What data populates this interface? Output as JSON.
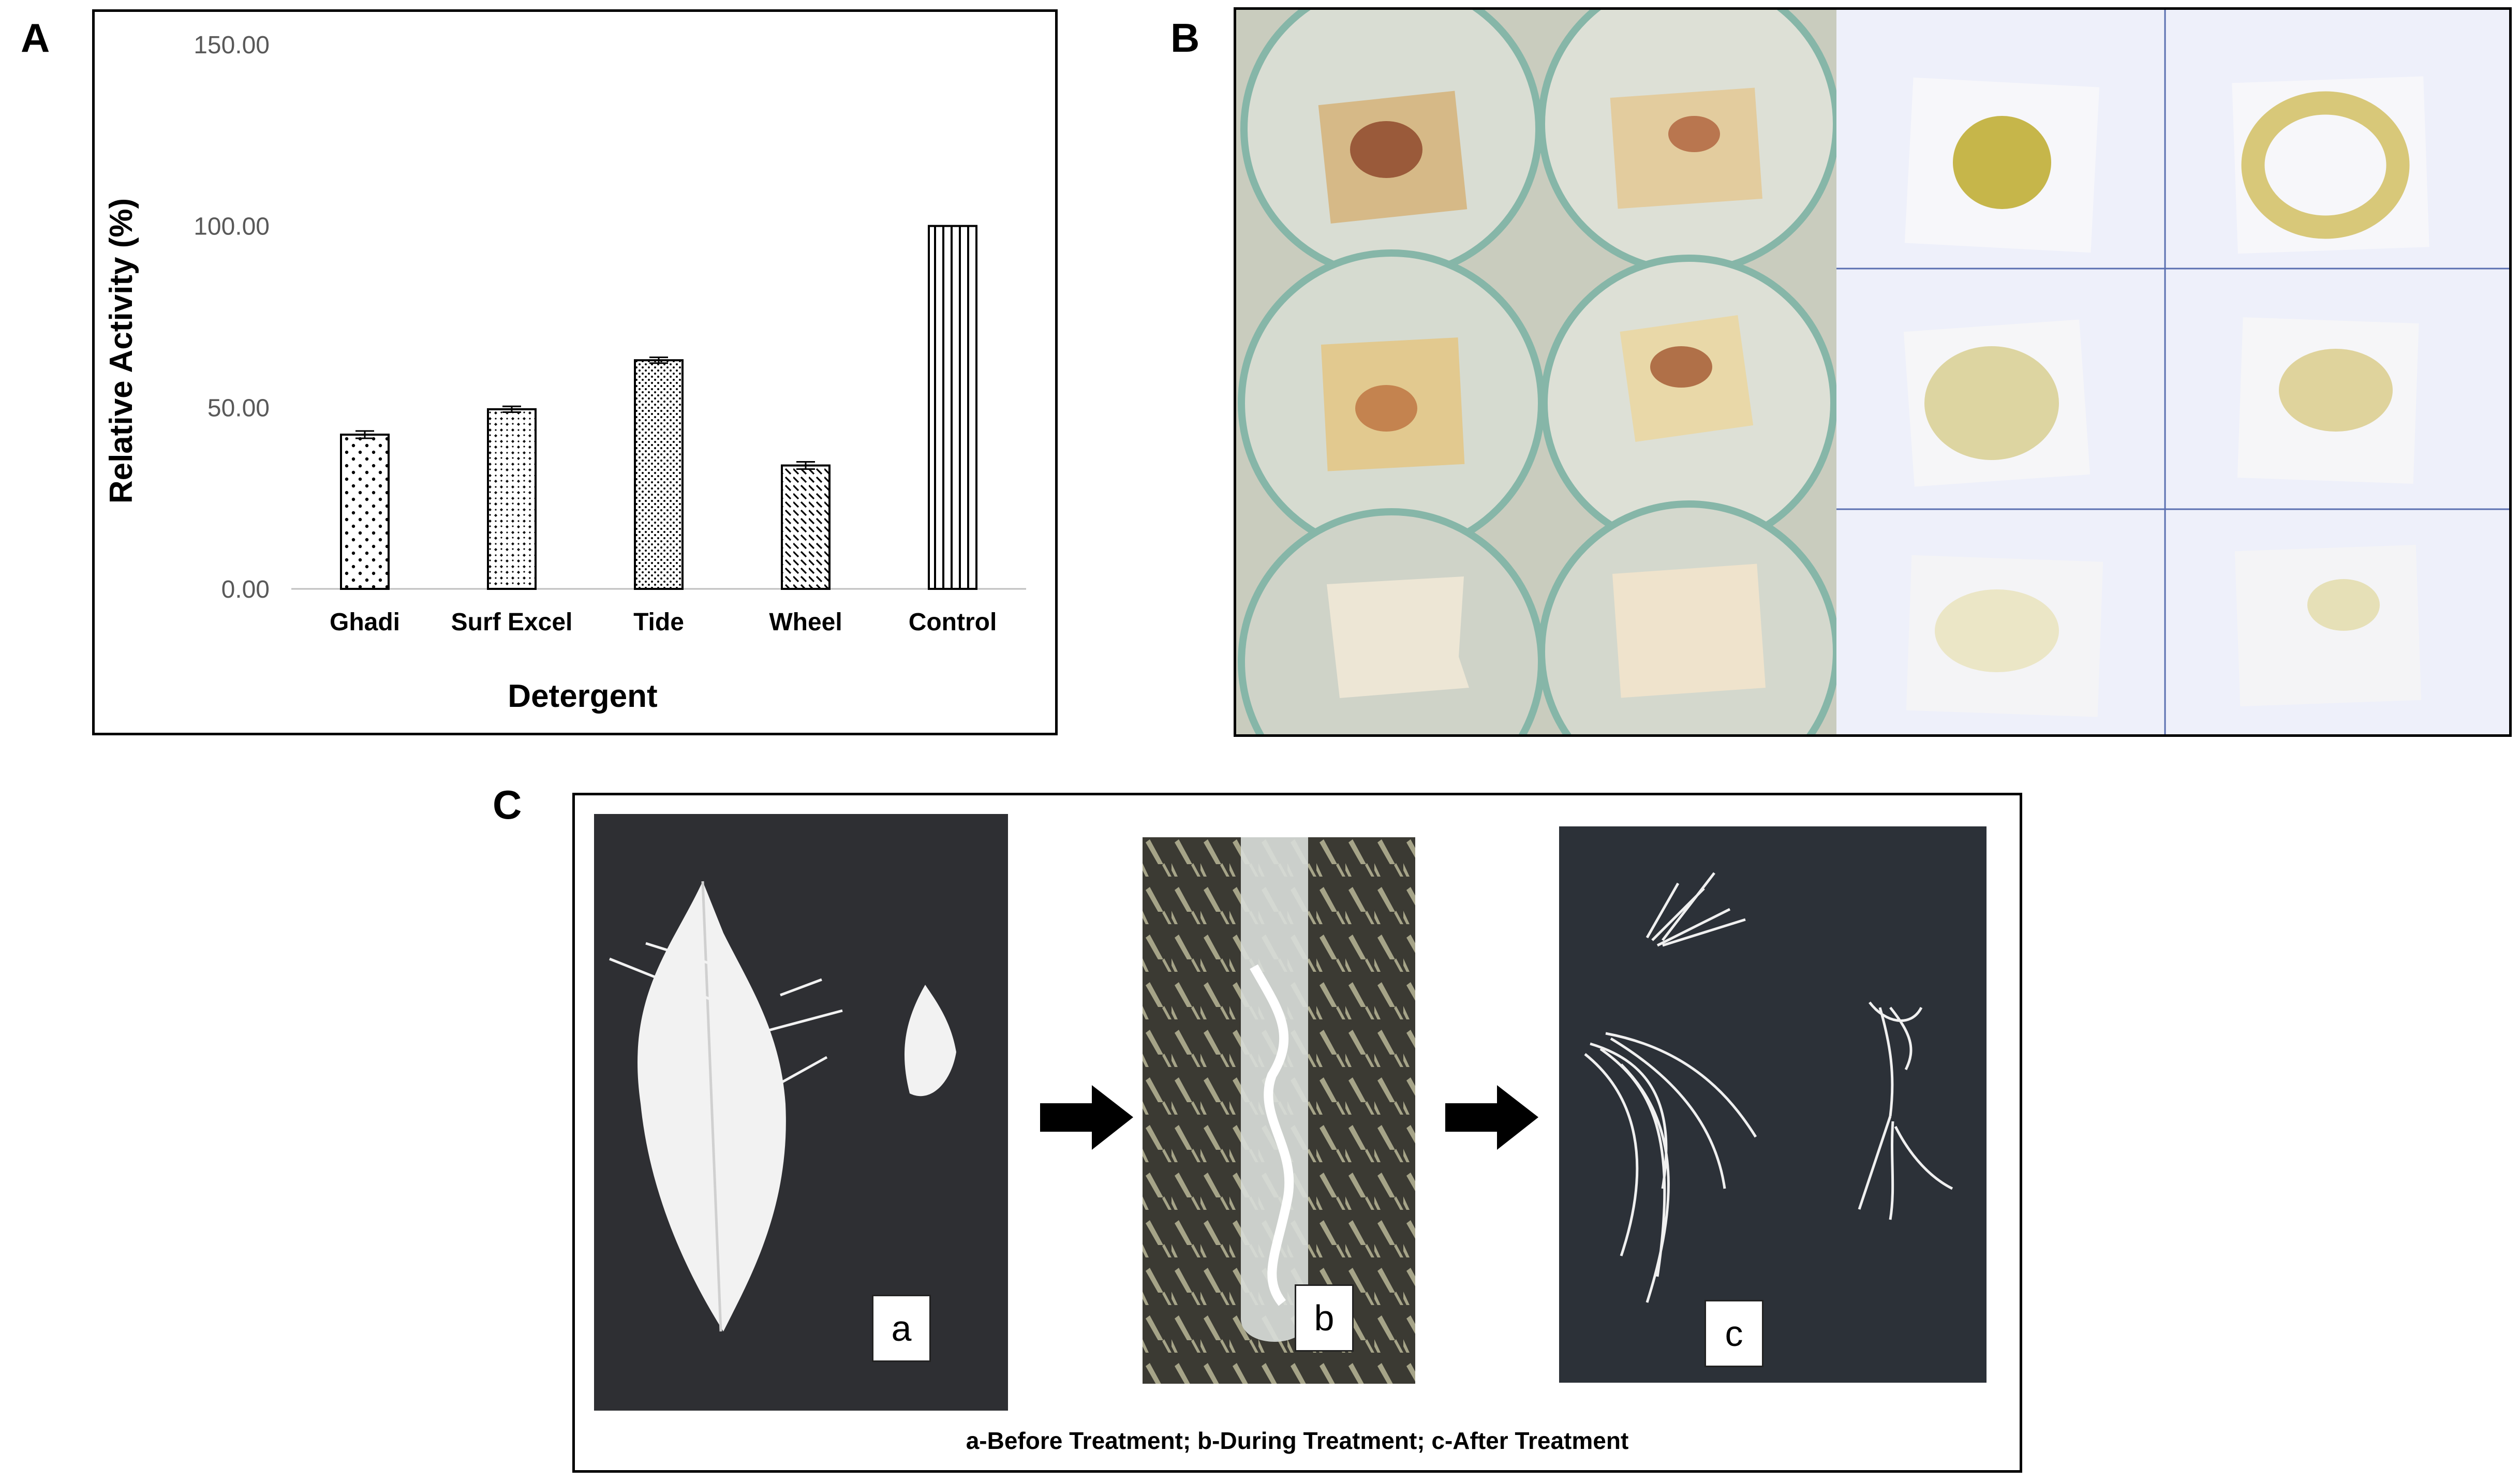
{
  "panels": {
    "a": "A",
    "b": "B",
    "c": "C"
  },
  "chart_data": {
    "type": "bar",
    "categories": [
      "Ghadi",
      "Surf Excel",
      "Tide",
      "Wheel",
      "Control"
    ],
    "values": [
      42.5,
      49.5,
      63.0,
      34.0,
      100.0
    ],
    "errors": [
      1.0,
      0.8,
      0.8,
      1.0,
      0.0
    ],
    "patterns": [
      "dots-sparse",
      "dots-diamond",
      "dots-dense",
      "diagonal",
      "vertical"
    ],
    "xlabel": "Detergent",
    "ylabel": "Relative  Activity (%)",
    "ylim": [
      0,
      150
    ],
    "yticks": [
      "0.00",
      "50.00",
      "100.00",
      "150.00"
    ],
    "grid": false,
    "legend": false
  },
  "panel_c": {
    "labels": [
      "a",
      "b",
      "c"
    ],
    "caption": "a-Before Treatment; b-During Treatment; c-After Treatment"
  },
  "colors": {
    "bar_fill": "#ffffff",
    "bar_stroke": "#000000",
    "tick_text": "#595959",
    "photo_b_bg": "#cbcbbb",
    "photo_b_paper": "#eef0fa",
    "feather": "#f4f4f4",
    "photo_dark": "#2f3036"
  }
}
